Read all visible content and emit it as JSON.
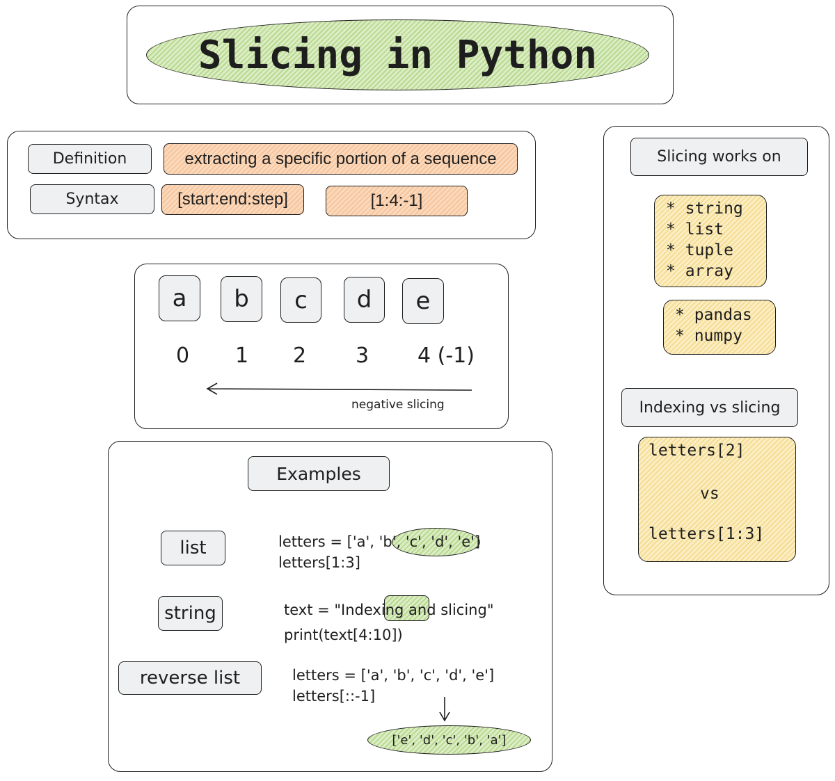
{
  "title": "Slicing in Python",
  "definition": {
    "definition_label": "Definition",
    "definition_text": "extracting a specific portion of a sequence",
    "syntax_label": "Syntax",
    "syntax_text": "[start:end:step]",
    "syntax_example": "[1:4:-1]"
  },
  "letters": {
    "boxes": [
      "a",
      "b",
      "c",
      "d",
      "e"
    ],
    "indices": [
      "0",
      "1",
      "2",
      "3",
      "4 (-1)"
    ],
    "arrow_label": "negative slicing"
  },
  "examples": {
    "title": "Examples",
    "list_label": "list",
    "list_code_1": "letters = ['a', 'b', 'c', 'd', 'e']",
    "list_code_2": "letters[1:3]",
    "string_label": "string",
    "string_code_1": "text = \"Indexing and slicing\"",
    "string_code_2": "print(text[4:10])",
    "reverse_label": "reverse list",
    "reverse_code_1": "letters = ['a', 'b', 'c', 'd', 'e']",
    "reverse_code_2": "letters[::-1]",
    "reverse_result": "['e', 'd', 'c', 'b', 'a']"
  },
  "works_on": {
    "title": "Slicing works on",
    "builtin": [
      "* string",
      "* list",
      "* tuple",
      "* array"
    ],
    "libraries": [
      "* pandas",
      "* numpy"
    ]
  },
  "indexing_vs_slicing": {
    "title": "Indexing vs slicing",
    "indexing": "letters[2]",
    "vs": "vs",
    "slicing": "letters[1:3]"
  },
  "colors": {
    "green": "#c6e2a2",
    "orange": "#f8cfae",
    "yellow": "#f8e5ae",
    "gray": "#eef0f2"
  }
}
